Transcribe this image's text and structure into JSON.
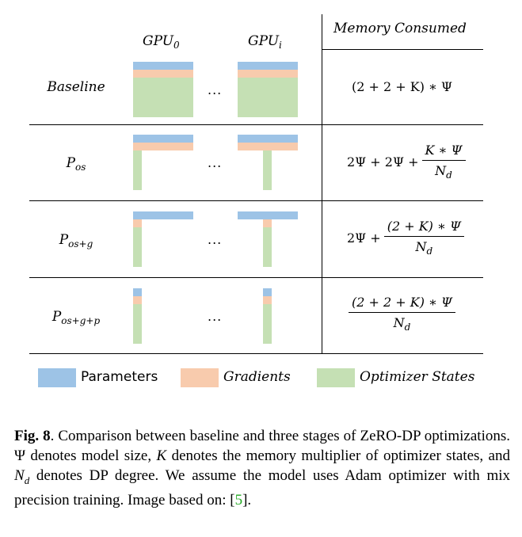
{
  "header": {
    "gpu0_base": "GPU",
    "gpu0_sub": "0",
    "gpui_base": "GPU",
    "gpui_sub": "i",
    "memory": "Memory Consumed"
  },
  "rows": [
    {
      "label_base": "Baseline",
      "label_sub": "",
      "formula_text": "(2 + 2 + K) ∗ Ψ"
    },
    {
      "label_base": "P",
      "label_sub": "os",
      "formula_prefix": "2Ψ + 2Ψ +",
      "frac_num": "K ∗ Ψ",
      "frac_den_base": "N",
      "frac_den_sub": "d"
    },
    {
      "label_base": "P",
      "label_sub": "os+g",
      "formula_prefix": "2Ψ +",
      "frac_num": "(2 + K) ∗ Ψ",
      "frac_den_base": "N",
      "frac_den_sub": "d"
    },
    {
      "label_base": "P",
      "label_sub": "os+g+p",
      "formula_prefix": "",
      "frac_num": "(2 + 2 + K) ∗ Ψ",
      "frac_den_base": "N",
      "frac_den_sub": "d"
    }
  ],
  "dots": "...",
  "legend": [
    {
      "label": "Parameters",
      "color": "#9dc3e6"
    },
    {
      "label": "Gradients",
      "color": "#f8cbad"
    },
    {
      "label": "Optimizer States",
      "color": "#c5e0b4"
    }
  ],
  "caption": {
    "fig_label": "Fig. 8",
    "text_1": ". Comparison between baseline and three stages of ZeRO-DP optimizations. Ψ denotes model size, ",
    "k_sym": "K",
    "text_2": " denotes the memory multiplier of optimizer states, and ",
    "nd_base": "N",
    "nd_sub": "d",
    "text_3": " denotes DP degree. We assume the model uses Adam optimizer with mix precision training. Image based on: [",
    "ref": "5",
    "text_4": "]."
  }
}
